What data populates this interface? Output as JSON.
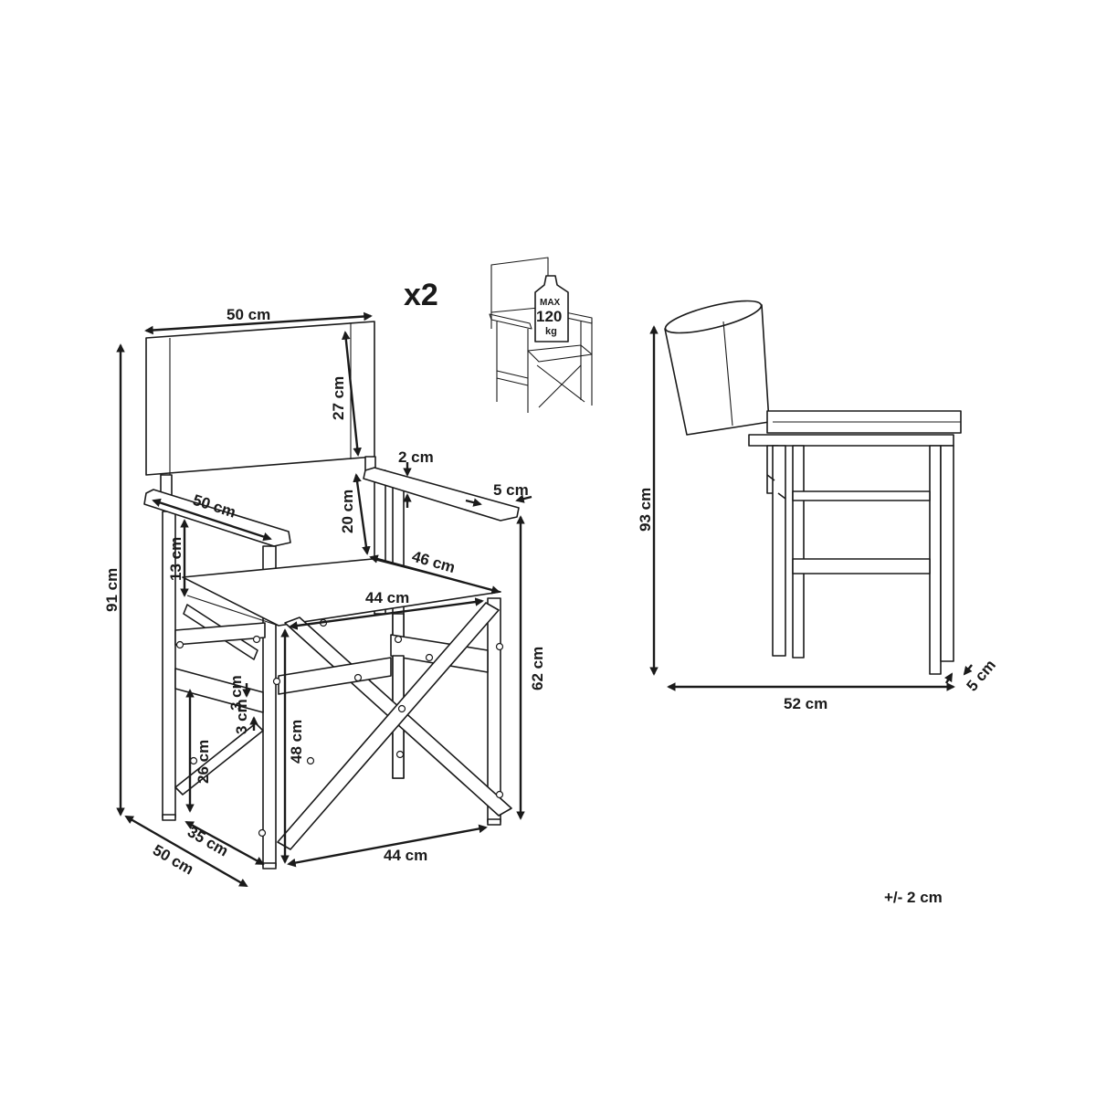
{
  "front_view": {
    "back_width": "50 cm",
    "back_height": "27 cm",
    "total_height": "91 cm",
    "armrest_length": "50 cm",
    "backrest_to_seat": "20 cm",
    "armrest_thickness": "2 cm",
    "armrest_width": "5 cm",
    "seat_depth": "46 cm",
    "seat_width": "44 cm",
    "arm_to_seat": "13 cm",
    "arm_height": "62 cm",
    "seat_height": "48 cm",
    "rail_thickness": "3 cm",
    "rail_gap": "3 cm",
    "rail_height": "26 cm",
    "base_depth": "35 cm",
    "total_depth": "50 cm",
    "base_width": "44 cm"
  },
  "quantity": "x2",
  "max_load": {
    "line1": "MAX",
    "line2": "120",
    "line3": "kg"
  },
  "folded_view": {
    "height": "93 cm",
    "depth": "52 cm",
    "thickness": "5 cm"
  },
  "tolerance": "+/- 2 cm"
}
